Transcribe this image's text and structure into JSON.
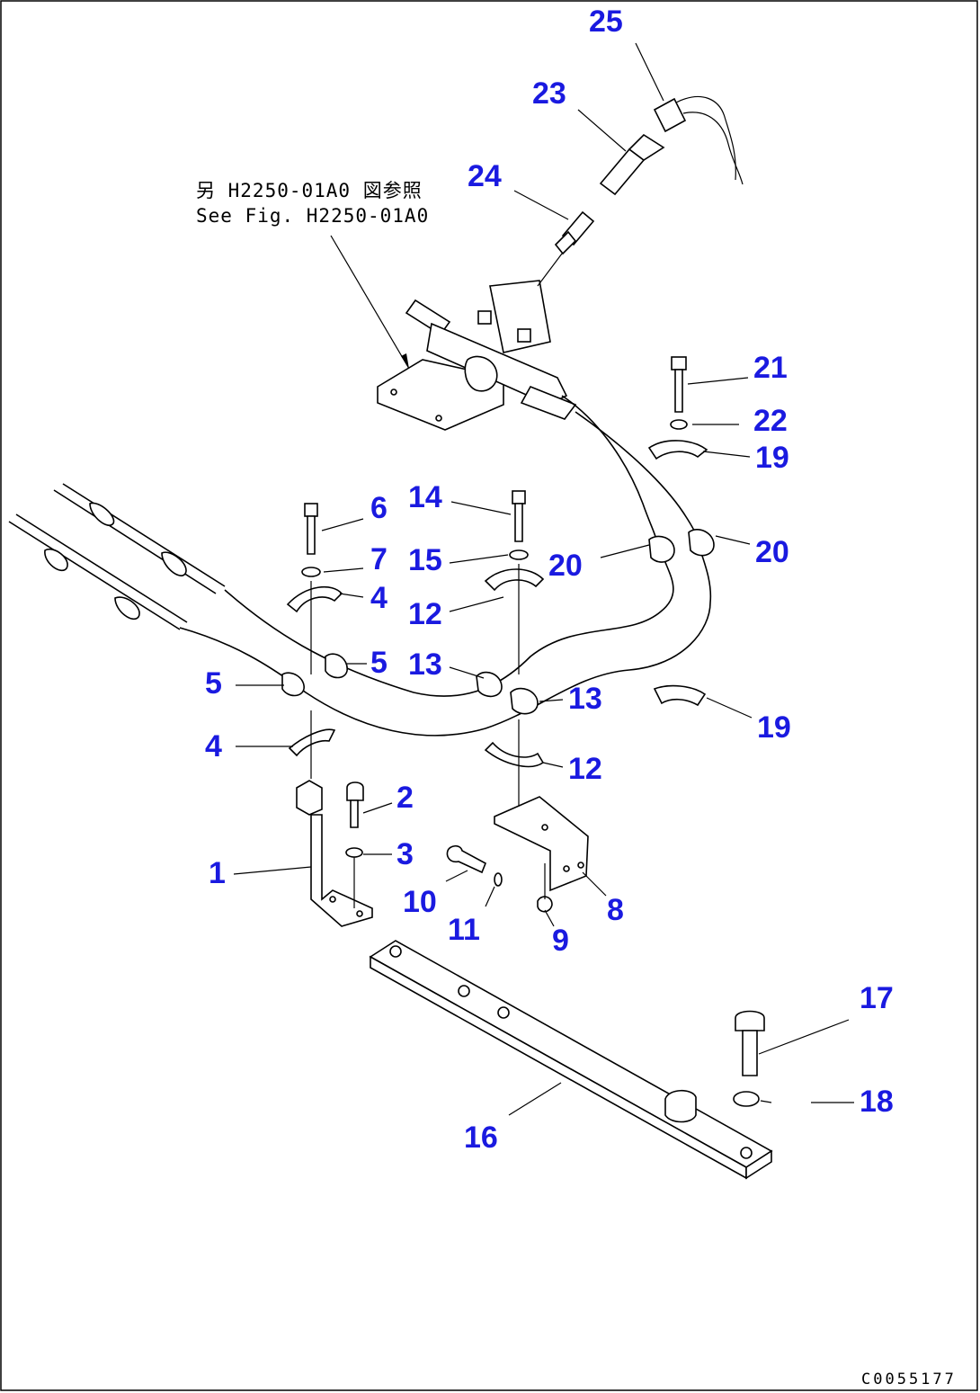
{
  "figure": {
    "reference_note_jp": "另 H2250-01A0 図参照",
    "reference_note_en": "See Fig. H2250-01A0",
    "drawing_code": "C0055177"
  },
  "callouts": [
    {
      "id": "c25",
      "label": "25"
    },
    {
      "id": "c23",
      "label": "23"
    },
    {
      "id": "c24",
      "label": "24"
    },
    {
      "id": "c21",
      "label": "21"
    },
    {
      "id": "c22",
      "label": "22"
    },
    {
      "id": "c19a",
      "label": "19"
    },
    {
      "id": "c6",
      "label": "6"
    },
    {
      "id": "c14",
      "label": "14"
    },
    {
      "id": "c7",
      "label": "7"
    },
    {
      "id": "c15",
      "label": "15"
    },
    {
      "id": "c20a",
      "label": "20"
    },
    {
      "id": "c20b",
      "label": "20"
    },
    {
      "id": "c4a",
      "label": "4"
    },
    {
      "id": "c12a",
      "label": "12"
    },
    {
      "id": "c5a",
      "label": "5"
    },
    {
      "id": "c13a",
      "label": "13"
    },
    {
      "id": "c5b",
      "label": "5"
    },
    {
      "id": "c13b",
      "label": "13"
    },
    {
      "id": "c19b",
      "label": "19"
    },
    {
      "id": "c4b",
      "label": "4"
    },
    {
      "id": "c12b",
      "label": "12"
    },
    {
      "id": "c2",
      "label": "2"
    },
    {
      "id": "c3",
      "label": "3"
    },
    {
      "id": "c1",
      "label": "1"
    },
    {
      "id": "c10",
      "label": "10"
    },
    {
      "id": "c8",
      "label": "8"
    },
    {
      "id": "c11",
      "label": "11"
    },
    {
      "id": "c9",
      "label": "9"
    },
    {
      "id": "c17",
      "label": "17"
    },
    {
      "id": "c18",
      "label": "18"
    },
    {
      "id": "c16",
      "label": "16"
    }
  ]
}
